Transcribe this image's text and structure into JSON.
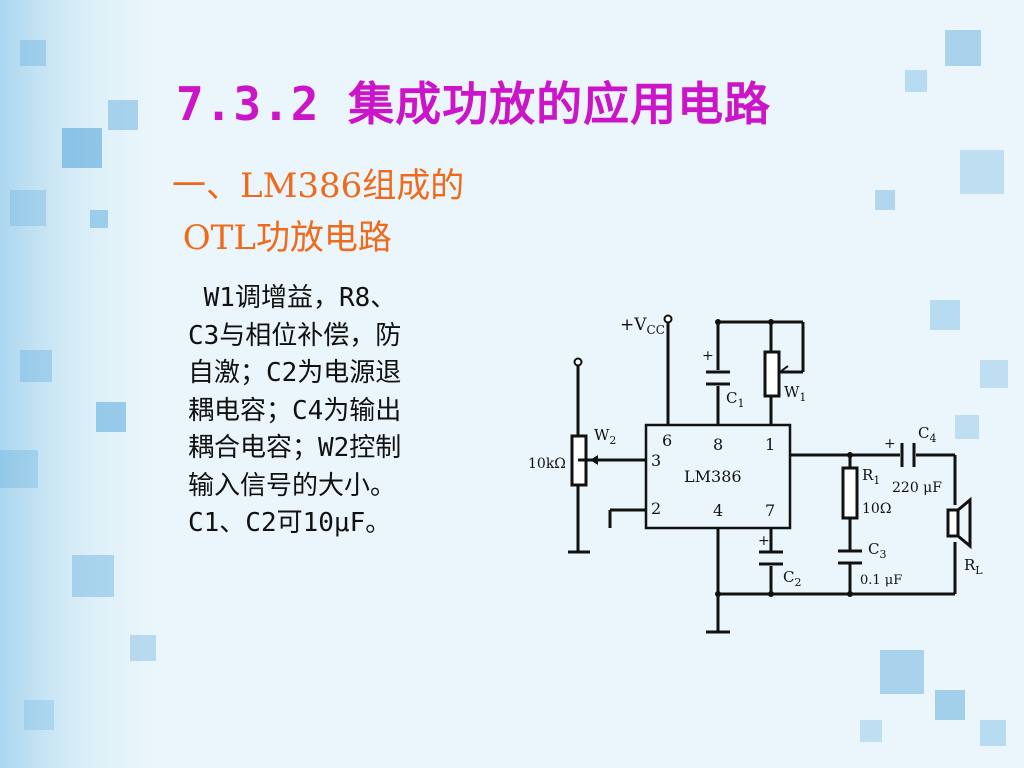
{
  "slide": {
    "title": "7.3.2 集成功放的应用电路",
    "subtitle_lines": [
      "一、LM386组成的",
      " OTL功放电路"
    ],
    "body_lines": [
      " W1调增益，R8、",
      "C3与相位补偿，防",
      "自激；C2为电源退",
      "耦电容；C4为输出",
      "耦合电容；W2控制",
      "输入信号的大小。",
      "C1、C2可10μF。"
    ]
  },
  "circuit": {
    "vcc": "+V",
    "vcc_sub": "CC",
    "ic_label": "LM386",
    "pins": {
      "p6": "6",
      "p8": "8",
      "p1": "1",
      "p3": "3",
      "p2": "2",
      "p4": "4",
      "p7": "7"
    },
    "w2": "W",
    "w2_sub": "2",
    "w2_value": "10kΩ",
    "w1": "W",
    "w1_sub": "1",
    "c1": "C",
    "c1_sub": "1",
    "c2": "C",
    "c2_sub": "2",
    "c3": "C",
    "c3_sub": "3",
    "c3_value": "0.1 μF",
    "c4": "C",
    "c4_sub": "4",
    "c4_value": "220 μF",
    "r1": "R",
    "r1_sub": "1",
    "r1_value": "10Ω",
    "rl": "R",
    "rl_sub": "L",
    "plus": "+"
  },
  "colors": {
    "title": "#cc14c8",
    "subtitle": "#f06a1c",
    "body": "#111111",
    "background": "#eaf6fb",
    "accent_squares": "#5aa9dc"
  }
}
